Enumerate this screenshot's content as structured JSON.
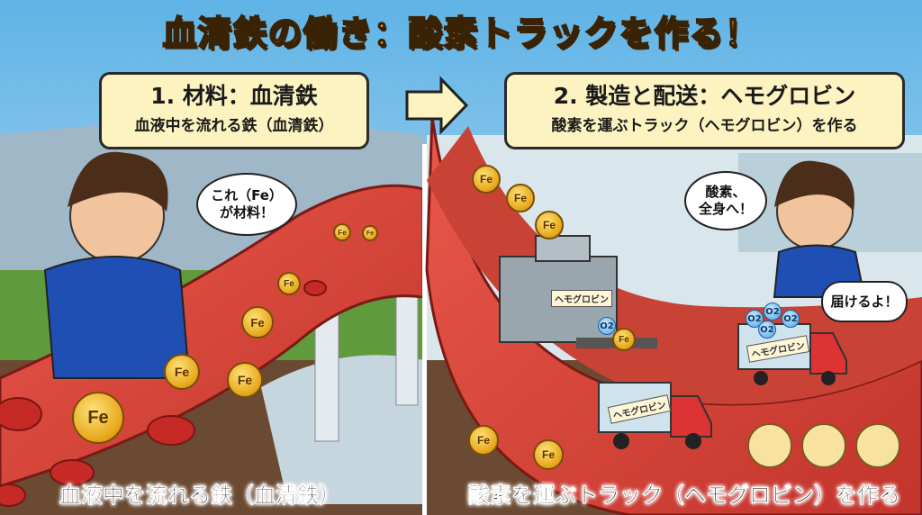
{
  "title": "血清鉄の働き：酸素トラックを作る！",
  "panel1": {
    "heading": "1. 材料：血清鉄",
    "subheading": "血液中を流れる鉄（血清鉄）",
    "speech": "これ（Fe）\nが材料！",
    "caption": "血液中を流れる鉄（血清鉄）",
    "coin_label": "Fe"
  },
  "panel2": {
    "heading": "2. 製造と配送：ヘモグロビン",
    "subheading": "酸素を運ぶトラック（ヘモグロビン）を作る",
    "speech1": "酸素、\n全身へ！",
    "speech2": "届けるよ！",
    "caption": "酸素を運ぶトラック（ヘモグロビン）を作る",
    "machine_label": "ヘモグロビン",
    "truck_label": "ヘモグロビン",
    "coin_label": "Fe",
    "o2_label": "O2"
  },
  "colors": {
    "title": "#f6a21c",
    "box": "#fdf3c0",
    "vessel": "#d8453a",
    "sky": "#7fc4ea"
  }
}
